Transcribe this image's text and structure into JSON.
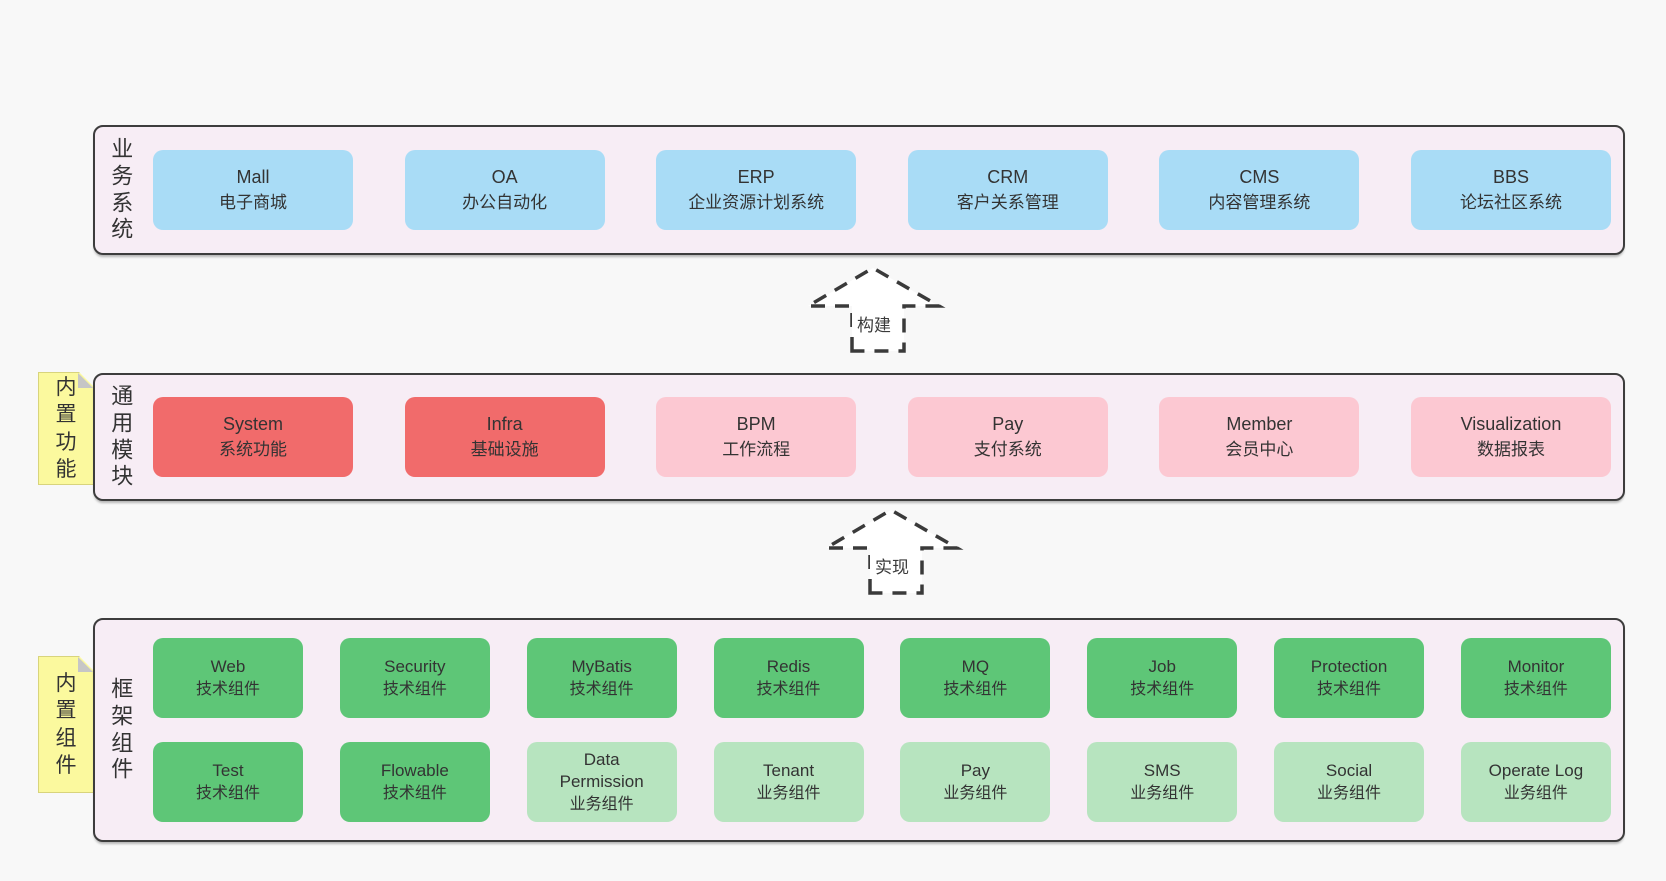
{
  "colors": {
    "page_bg": "#f8f8f8",
    "panel_bg": "#f7edf5",
    "panel_border": "#3d3d3d",
    "blue_card": "#a9dcf6",
    "red_card": "#f16b6b",
    "pink_card": "#fcc8d2",
    "green_card": "#5ec677",
    "light_green_card": "#b7e4bf",
    "sticky_bg": "#fbf99e",
    "text": "#333333"
  },
  "arrows": {
    "build": {
      "label": "构建"
    },
    "implement": {
      "label": "实现"
    }
  },
  "panels": {
    "business": {
      "label": "业务系统",
      "items": [
        {
          "name": "Mall",
          "desc": "电子商城"
        },
        {
          "name": "OA",
          "desc": "办公自动化"
        },
        {
          "name": "ERP",
          "desc": "企业资源计划系统"
        },
        {
          "name": "CRM",
          "desc": "客户关系管理"
        },
        {
          "name": "CMS",
          "desc": "内容管理系统"
        },
        {
          "name": "BBS",
          "desc": "论坛社区系统"
        }
      ]
    },
    "modules": {
      "label": "通用模块",
      "sticky": "内置功能",
      "items": [
        {
          "name": "System",
          "desc": "系统功能"
        },
        {
          "name": "Infra",
          "desc": "基础设施"
        },
        {
          "name": "BPM",
          "desc": "工作流程"
        },
        {
          "name": "Pay",
          "desc": "支付系统"
        },
        {
          "name": "Member",
          "desc": "会员中心"
        },
        {
          "name": "Visualization",
          "desc": "数据报表"
        }
      ]
    },
    "framework": {
      "label": "框架组件",
      "sticky": "内置组件",
      "row1": [
        {
          "name": "Web",
          "desc": "技术组件"
        },
        {
          "name": "Security",
          "desc": "技术组件"
        },
        {
          "name": "MyBatis",
          "desc": "技术组件"
        },
        {
          "name": "Redis",
          "desc": "技术组件"
        },
        {
          "name": "MQ",
          "desc": "技术组件"
        },
        {
          "name": "Job",
          "desc": "技术组件"
        },
        {
          "name": "Protection",
          "desc": "技术组件"
        },
        {
          "name": "Monitor",
          "desc": "技术组件"
        }
      ],
      "row2": [
        {
          "name": "Test",
          "desc": "技术组件"
        },
        {
          "name": "Flowable",
          "desc": "技术组件"
        },
        {
          "name": "Data Permission",
          "desc": "业务组件"
        },
        {
          "name": "Tenant",
          "desc": "业务组件"
        },
        {
          "name": "Pay",
          "desc": "业务组件"
        },
        {
          "name": "SMS",
          "desc": "业务组件"
        },
        {
          "name": "Social",
          "desc": "业务组件"
        },
        {
          "name": "Operate Log",
          "desc": "业务组件"
        }
      ]
    }
  }
}
